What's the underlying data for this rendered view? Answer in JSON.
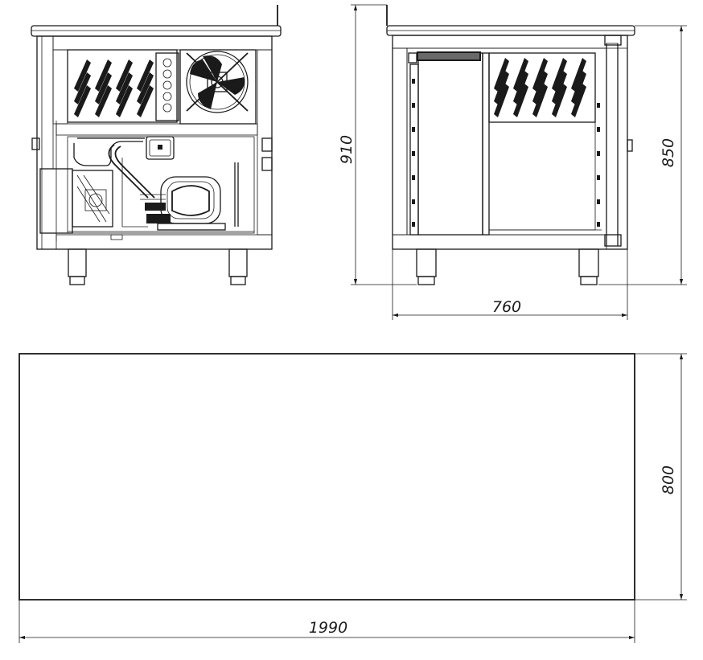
{
  "dimensions": {
    "front_view_height": "910",
    "side_view_height": "850",
    "side_view_depth": "760",
    "top_view_depth": "800",
    "top_view_length": "1990"
  },
  "colors": {
    "line": "#1a1a1a",
    "background": "#ffffff"
  }
}
